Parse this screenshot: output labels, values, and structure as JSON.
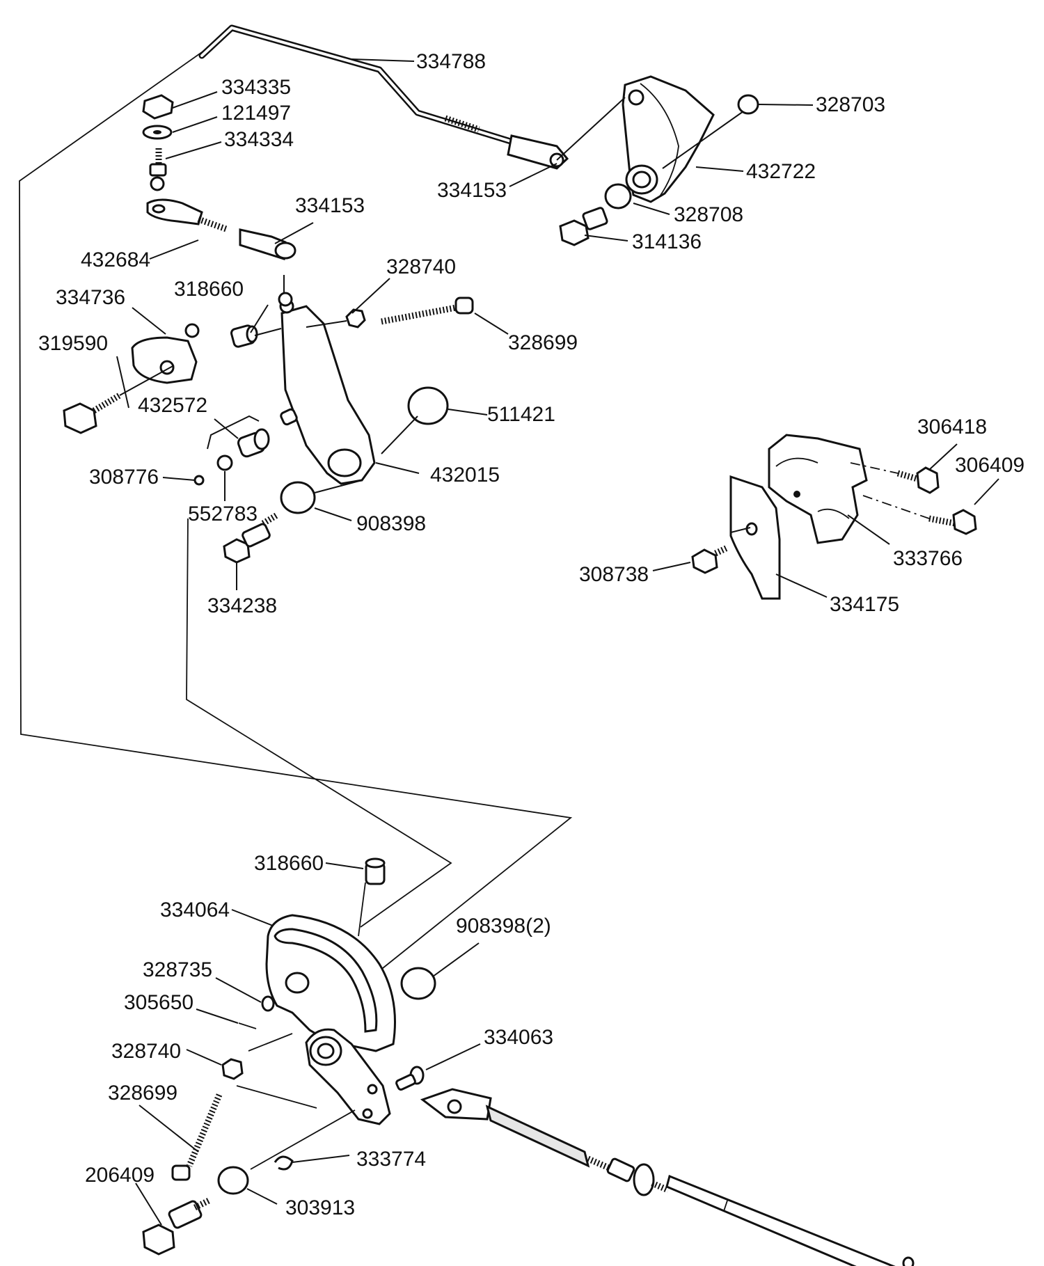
{
  "parts": {
    "p334788": "334788",
    "p334335": "334335",
    "p121497": "121497",
    "p334334": "334334",
    "p334153_a": "334153",
    "p328703": "328703",
    "p432722": "432722",
    "p328708": "328708",
    "p314136": "314136",
    "p334153_b": "334153",
    "p432684": "432684",
    "p328740_a": "328740",
    "p318660_a": "318660",
    "p334736": "334736",
    "p328699_a": "328699",
    "p319590": "319590",
    "p432572": "432572",
    "p511421": "511421",
    "p308776": "308776",
    "p432015": "432015",
    "p552783": "552783",
    "p908398": "908398",
    "p334238": "334238",
    "p306418": "306418",
    "p306409": "306409",
    "p333766": "333766",
    "p308738": "308738",
    "p334175": "334175",
    "p318660_b": "318660",
    "p334064": "334064",
    "p908398_2": "908398(2)",
    "p328735": "328735",
    "p305650": "305650",
    "p334063": "334063",
    "p328740_b": "328740",
    "p328699_b": "328699",
    "p333774": "333774",
    "p206409": "206409",
    "p303913": "303913"
  },
  "colors": {
    "ink": "#111111",
    "paper": "#ffffff",
    "shade": "#e6e6e6"
  }
}
